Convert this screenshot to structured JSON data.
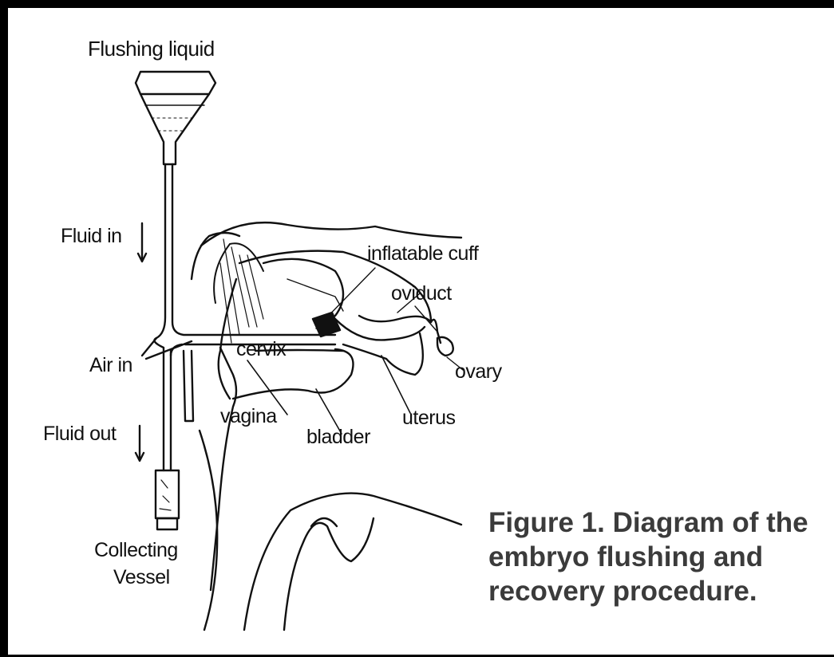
{
  "labels": {
    "flushing_liquid": "Flushing liquid",
    "fluid_in": "Fluid in",
    "air_in": "Air in",
    "fluid_out": "Fluid out",
    "collecting_vessel_1": "Collecting",
    "collecting_vessel_2": "Vessel",
    "inflatable_cuff": "inflatable cuff",
    "oviduct": "oviduct",
    "cervix": "cervix",
    "ovary": "ovary",
    "vagina": "vagina",
    "bladder": "bladder",
    "uterus": "uterus"
  },
  "caption": {
    "line1": "Figure 1. Diagram of the",
    "line2": "embryo flushing and",
    "line3": "recovery procedure."
  }
}
